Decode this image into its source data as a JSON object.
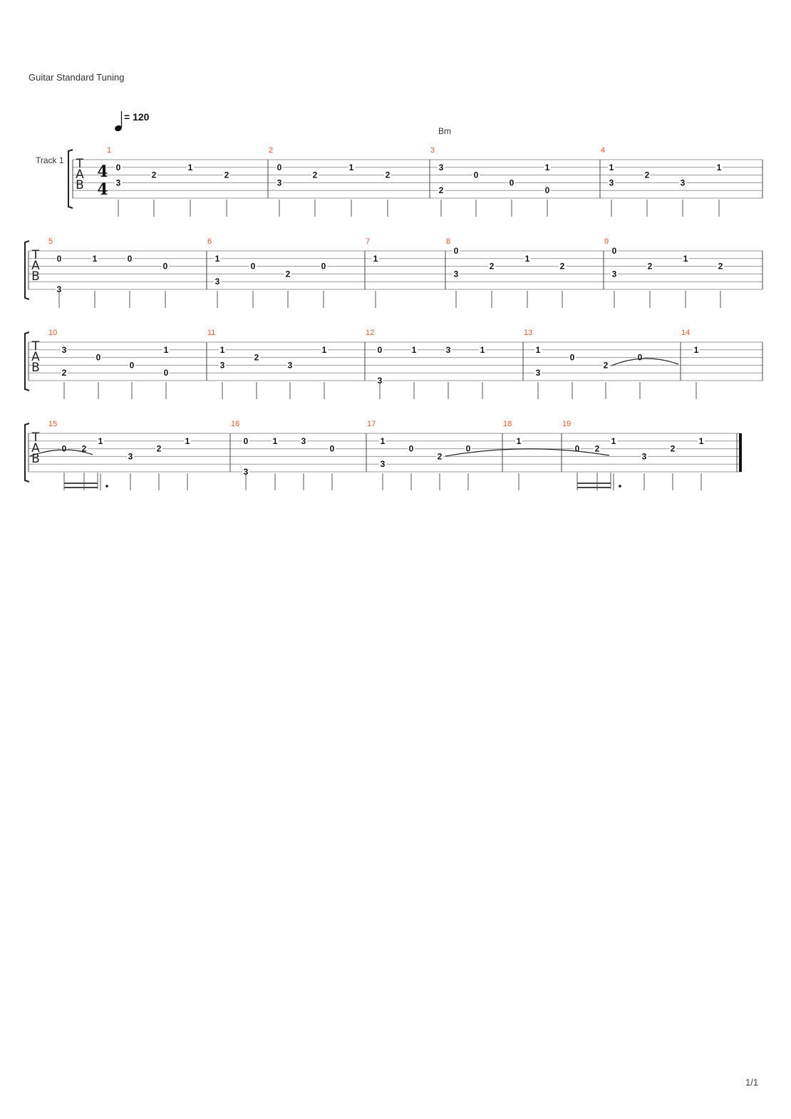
{
  "header": {
    "tuning": "Guitar Standard Tuning"
  },
  "tempo": {
    "bpm_label": "= 120"
  },
  "track": {
    "name": "Track 1",
    "tab_letters": [
      "T",
      "A",
      "B"
    ]
  },
  "time_signature": {
    "numerator": "4",
    "denominator": "4"
  },
  "chord": {
    "name": "Bm",
    "measure": 3
  },
  "footer": {
    "page": "1/1"
  },
  "tab": {
    "measures": [
      {
        "n": "1",
        "notes": [
          {
            "s": 2,
            "f": "0"
          },
          {
            "s": 4,
            "f": "3"
          },
          {
            "s": 3,
            "f": "2"
          },
          {
            "s": 2,
            "f": "1"
          },
          {
            "s": 3,
            "f": "2"
          }
        ]
      },
      {
        "n": "2",
        "notes": [
          {
            "s": 2,
            "f": "0"
          },
          {
            "s": 4,
            "f": "3"
          },
          {
            "s": 3,
            "f": "2"
          },
          {
            "s": 2,
            "f": "1"
          },
          {
            "s": 3,
            "f": "2"
          }
        ]
      },
      {
        "n": "3",
        "notes": [
          {
            "s": 2,
            "f": "3"
          },
          {
            "s": 5,
            "f": "2"
          },
          {
            "s": 3,
            "f": "0"
          },
          {
            "s": 4,
            "f": "0"
          },
          {
            "s": 2,
            "f": "1"
          },
          {
            "s": 5,
            "f": "0"
          }
        ]
      },
      {
        "n": "4",
        "notes": [
          {
            "s": 2,
            "f": "1"
          },
          {
            "s": 4,
            "f": "3"
          },
          {
            "s": 3,
            "f": "2"
          },
          {
            "s": 4,
            "f": "3"
          },
          {
            "s": 2,
            "f": "1"
          }
        ]
      },
      {
        "n": "5",
        "notes": [
          {
            "s": 2,
            "f": "0"
          },
          {
            "s": 6,
            "f": "3"
          },
          {
            "s": 2,
            "f": "1"
          },
          {
            "s": 2,
            "f": "0"
          },
          {
            "s": 3,
            "f": "0"
          }
        ]
      },
      {
        "n": "6",
        "notes": [
          {
            "s": 2,
            "f": "1"
          },
          {
            "s": 5,
            "f": "3"
          },
          {
            "s": 3,
            "f": "0"
          },
          {
            "s": 4,
            "f": "2"
          },
          {
            "s": 3,
            "f": "0"
          }
        ]
      },
      {
        "n": "7",
        "notes": [
          {
            "s": 2,
            "f": "1"
          }
        ]
      },
      {
        "n": "8",
        "notes": [
          {
            "s": 1,
            "f": "0"
          },
          {
            "s": 4,
            "f": "3"
          },
          {
            "s": 3,
            "f": "2"
          },
          {
            "s": 2,
            "f": "1"
          },
          {
            "s": 3,
            "f": "2"
          }
        ]
      },
      {
        "n": "9",
        "notes": [
          {
            "s": 1,
            "f": "0"
          },
          {
            "s": 4,
            "f": "3"
          },
          {
            "s": 3,
            "f": "2"
          },
          {
            "s": 2,
            "f": "1"
          },
          {
            "s": 3,
            "f": "2"
          }
        ]
      },
      {
        "n": "10",
        "notes": [
          {
            "s": 2,
            "f": "3"
          },
          {
            "s": 5,
            "f": "2"
          },
          {
            "s": 3,
            "f": "0"
          },
          {
            "s": 4,
            "f": "0"
          },
          {
            "s": 2,
            "f": "1"
          },
          {
            "s": 5,
            "f": "0"
          }
        ]
      },
      {
        "n": "11",
        "notes": [
          {
            "s": 2,
            "f": "1"
          },
          {
            "s": 4,
            "f": "3"
          },
          {
            "s": 3,
            "f": "2"
          },
          {
            "s": 4,
            "f": "3"
          },
          {
            "s": 2,
            "f": "1"
          }
        ]
      },
      {
        "n": "12",
        "notes": [
          {
            "s": 2,
            "f": "0"
          },
          {
            "s": 6,
            "f": "3"
          },
          {
            "s": 2,
            "f": "1"
          },
          {
            "s": 2,
            "f": "3"
          },
          {
            "s": 2,
            "f": "1"
          }
        ]
      },
      {
        "n": "13",
        "notes": [
          {
            "s": 2,
            "f": "1"
          },
          {
            "s": 5,
            "f": "3"
          },
          {
            "s": 3,
            "f": "0"
          },
          {
            "s": 4,
            "f": "2"
          },
          {
            "s": 3,
            "f": "0"
          }
        ]
      },
      {
        "n": "14",
        "notes": [
          {
            "s": 2,
            "f": "1"
          }
        ]
      },
      {
        "n": "15",
        "notes": [
          {
            "s": 3,
            "f": "0"
          },
          {
            "s": 3,
            "f": "2"
          },
          {
            "s": 2,
            "f": "1"
          },
          {
            "s": 4,
            "f": "3"
          },
          {
            "s": 3,
            "f": "2"
          },
          {
            "s": 2,
            "f": "1"
          }
        ]
      },
      {
        "n": "16",
        "notes": [
          {
            "s": 2,
            "f": "0"
          },
          {
            "s": 6,
            "f": "3"
          },
          {
            "s": 2,
            "f": "1"
          },
          {
            "s": 2,
            "f": "3"
          },
          {
            "s": 3,
            "f": "0"
          }
        ]
      },
      {
        "n": "17",
        "notes": [
          {
            "s": 2,
            "f": "1"
          },
          {
            "s": 5,
            "f": "3"
          },
          {
            "s": 3,
            "f": "0"
          },
          {
            "s": 4,
            "f": "2"
          },
          {
            "s": 3,
            "f": "0"
          }
        ]
      },
      {
        "n": "18",
        "notes": [
          {
            "s": 2,
            "f": "1"
          }
        ]
      },
      {
        "n": "19",
        "notes": [
          {
            "s": 3,
            "f": "0"
          },
          {
            "s": 3,
            "f": "2"
          },
          {
            "s": 2,
            "f": "1"
          },
          {
            "s": 4,
            "f": "3"
          },
          {
            "s": 3,
            "f": "2"
          },
          {
            "s": 2,
            "f": "1"
          }
        ]
      }
    ]
  }
}
